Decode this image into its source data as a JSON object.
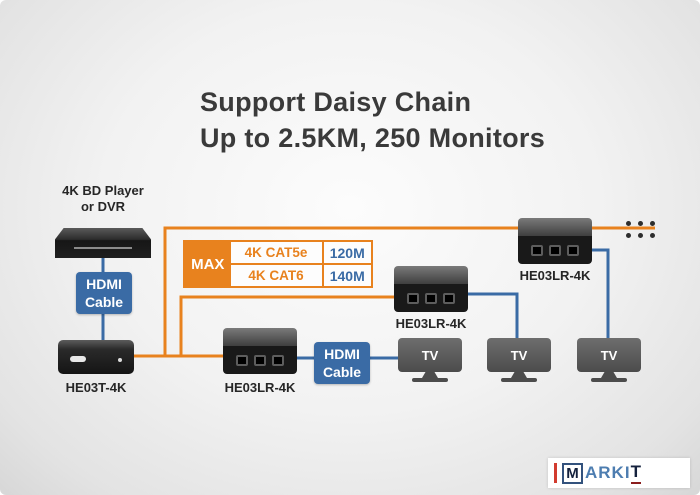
{
  "title": {
    "line1": "Support Daisy Chain",
    "line2": "Up to 2.5KM, 250 Monitors"
  },
  "source_device": {
    "label_line1": "4K BD Player",
    "label_line2": "or DVR"
  },
  "cable_labels": {
    "hdmi_line1": "HDMI",
    "hdmi_line2": "Cable"
  },
  "devices": {
    "transmitter": "HE03T-4K",
    "receiver1": "HE03LR-4K",
    "receiver2": "HE03LR-4K",
    "receiver3": "HE03LR-4K"
  },
  "monitors": {
    "tv": "TV"
  },
  "spec_box": {
    "max_label": "MAX",
    "rows": [
      {
        "cable": "4K CAT5e",
        "distance": "120M"
      },
      {
        "cable": "4K CAT6",
        "distance": "140M"
      }
    ]
  },
  "watermark": {
    "boxed": "M",
    "mid": "ARKI",
    "end": "T"
  },
  "colors": {
    "orange": "#E8821E",
    "blue": "#3A6BA5"
  }
}
